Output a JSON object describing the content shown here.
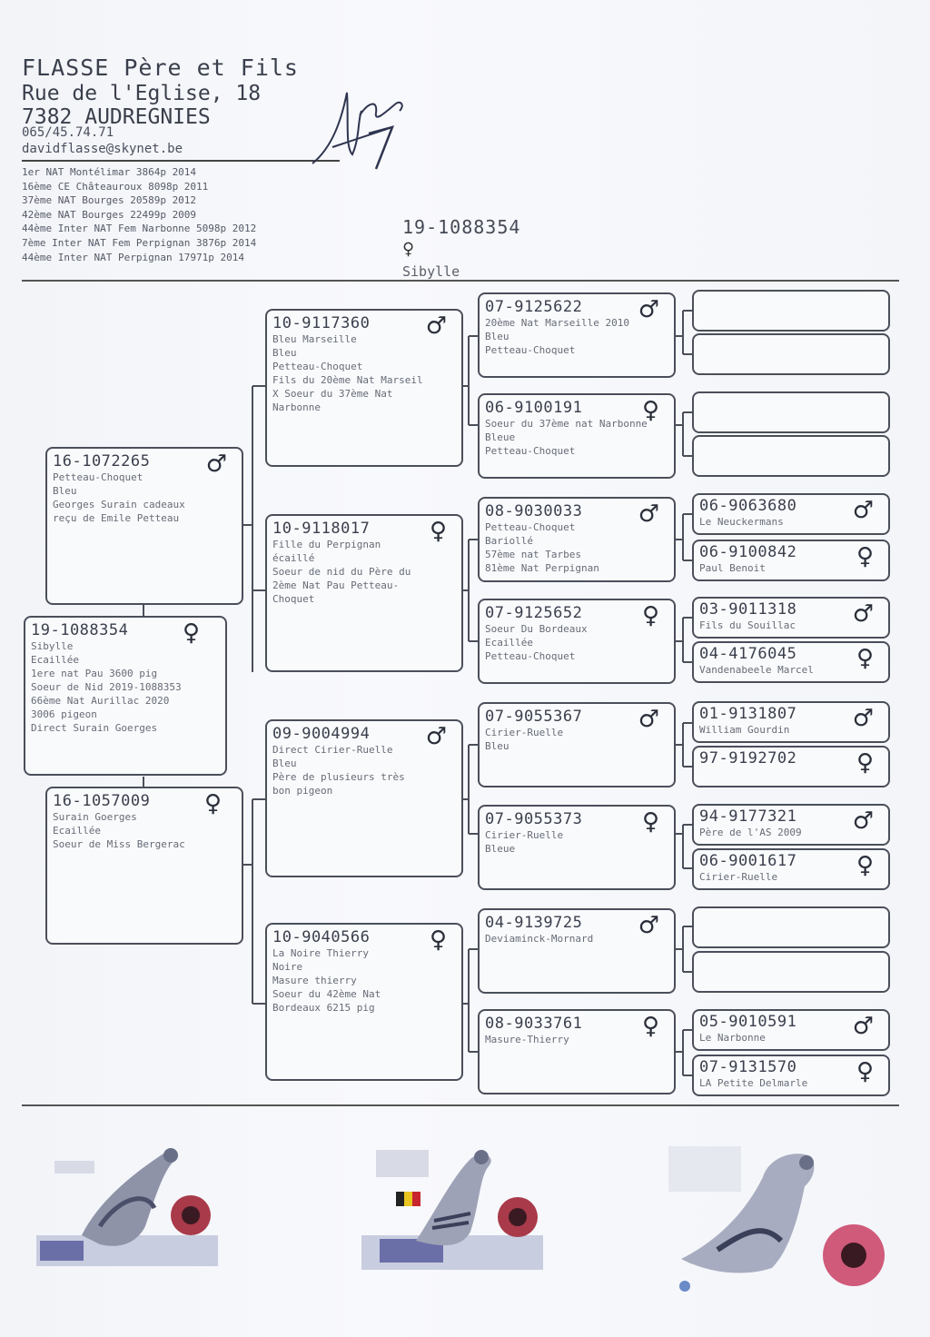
{
  "header": {
    "name": "FLASSE Père et Fils",
    "street": "Rue de l'Eglise, 18",
    "city": "7382 AUDREGNIES",
    "phone": "065/45.74.71",
    "email": "davidflasse@skynet.be",
    "results": [
      "1er NAT Montélimar 3864p 2014",
      "16ème CE Châteauroux 8098p 2011",
      "37ème NAT Bourges 20589p 2012",
      "42ème NAT Bourges 22499p 2009",
      "44ème Inter NAT Fem Narbonne 5098p 2012",
      "7ème Inter NAT Fem Perpignan 3876p 2014",
      "44ème Inter NAT Perpignan 17971p 2014"
    ]
  },
  "subject": {
    "ring": "19-1088354",
    "sex": "♀",
    "name": "Sibylle"
  },
  "pedigree": {
    "self": {
      "ring": "19-1088354",
      "sex": "♀",
      "lines": [
        "Sibylle",
        "Ecaillée",
        "1ere nat Pau 3600 pig",
        "Soeur de Nid 2019-1088353",
        "66ème Nat Aurillac 2020",
        "3006 pigeon",
        "Direct Surain Goerges"
      ]
    },
    "sire": {
      "ring": "16-1072265",
      "sex": "♂",
      "lines": [
        "Petteau-Choquet",
        "Bleu",
        "Georges Surain cadeaux",
        "reçu de Emile Petteau"
      ]
    },
    "dam": {
      "ring": "16-1057009",
      "sex": "♀",
      "lines": [
        "Surain Goerges",
        "Ecaillée",
        "Soeur de Miss Bergerac"
      ]
    },
    "gp": [
      {
        "ring": "10-9117360",
        "sex": "♂",
        "lines": [
          "Bleu Marseille",
          "Bleu",
          "Petteau-Choquet",
          "Fils du 20ème Nat Marseil",
          "X  Soeur du 37ème Nat",
          "Narbonne"
        ]
      },
      {
        "ring": "10-9118017",
        "sex": "♀",
        "lines": [
          "Fille du Perpignan",
          "écaillé",
          "Soeur de nid du Père du",
          "2ème Nat Pau Petteau-",
          "Choquet"
        ]
      },
      {
        "ring": "09-9004994",
        "sex": "♂",
        "lines": [
          "Direct Cirier-Ruelle",
          "Bleu",
          "Père de plusieurs très",
          "bon pigeon"
        ]
      },
      {
        "ring": "10-9040566",
        "sex": "♀",
        "lines": [
          "La Noire Thierry",
          "Noire",
          "Masure thierry",
          "Soeur du 42ème Nat",
          "Bordeaux 6215 pig"
        ]
      }
    ],
    "ggp": [
      {
        "ring": "07-9125622",
        "sex": "♂",
        "lines": [
          "20ème Nat Marseille 2010",
          "Bleu",
          "Petteau-Choquet"
        ]
      },
      {
        "ring": "06-9100191",
        "sex": "♀",
        "lines": [
          "Soeur du 37ème nat Narbonne",
          "Bleue",
          "Petteau-Choquet"
        ]
      },
      {
        "ring": "08-9030033",
        "sex": "♂",
        "lines": [
          "Petteau-Choquet",
          "Bariollé",
          "57ème nat Tarbes",
          "81ème Nat Perpignan"
        ]
      },
      {
        "ring": "07-9125652",
        "sex": "♀",
        "lines": [
          "Soeur Du Bordeaux",
          "Ecaillée",
          "Petteau-Choquet"
        ]
      },
      {
        "ring": "07-9055367",
        "sex": "♂",
        "lines": [
          "Cirier-Ruelle",
          "Bleu"
        ]
      },
      {
        "ring": "07-9055373",
        "sex": "♀",
        "lines": [
          "Cirier-Ruelle",
          "Bleue"
        ]
      },
      {
        "ring": "04-9139725",
        "sex": "♂",
        "lines": [
          "Deviaminck-Mornard"
        ]
      },
      {
        "ring": "08-9033761",
        "sex": "♀",
        "lines": [
          "Masure-Thierry"
        ]
      }
    ],
    "gggp": [
      {
        "ring": "",
        "sex": "",
        "line": ""
      },
      {
        "ring": "",
        "sex": "",
        "line": ""
      },
      {
        "ring": "",
        "sex": "",
        "line": ""
      },
      {
        "ring": "",
        "sex": "",
        "line": ""
      },
      {
        "ring": "06-9063680",
        "sex": "♂",
        "line": "Le Neuckermans"
      },
      {
        "ring": "06-9100842",
        "sex": "♀",
        "line": "Paul Benoit"
      },
      {
        "ring": "03-9011318",
        "sex": "♂",
        "line": "Fils du Souillac"
      },
      {
        "ring": "04-4176045",
        "sex": "♀",
        "line": "Vandenabeele Marcel"
      },
      {
        "ring": "01-9131807",
        "sex": "♂",
        "line": "William Gourdin"
      },
      {
        "ring": "97-9192702",
        "sex": "♀",
        "line": ""
      },
      {
        "ring": "94-9177321",
        "sex": "♂",
        "line": "Père de l'AS 2009"
      },
      {
        "ring": "06-9001617",
        "sex": "♀",
        "line": "Cirier-Ruelle"
      },
      {
        "ring": "",
        "sex": "",
        "line": ""
      },
      {
        "ring": "",
        "sex": "",
        "line": ""
      },
      {
        "ring": "05-9010591",
        "sex": "♂",
        "line": "Le Narbonne"
      },
      {
        "ring": "07-9131570",
        "sex": "♀",
        "line": "LA Petite Delmarle"
      }
    ]
  },
  "colors": {
    "paper": "#f4f6fa",
    "ink": "#2a2f3a",
    "eye": "#b83a5c"
  }
}
